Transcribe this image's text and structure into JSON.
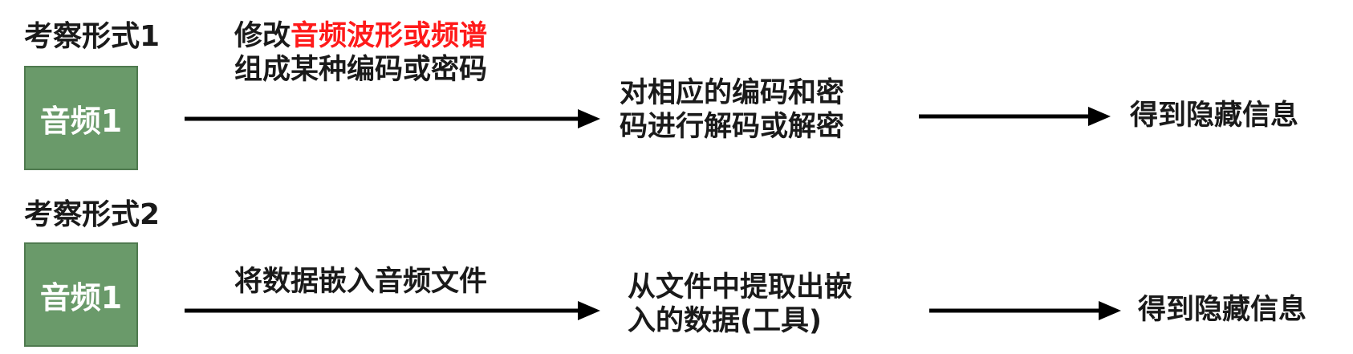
{
  "row1": {
    "heading": "考察形式1",
    "box_label": "音频1",
    "step1_line1_prefix": "修改",
    "step1_line1_highlight": "音频波形或频谱",
    "step1_line2": "组成某种编码或密码",
    "step2_line1": "对相应的编码和密",
    "step2_line2": "码进行解码或解密",
    "result": "得到隐藏信息"
  },
  "row2": {
    "heading": "考察形式2",
    "box_label": "音频1",
    "step1": "将数据嵌入音频文件",
    "step2_line1": "从文件中提取出嵌",
    "step2_line2": "入的数据(工具)",
    "result": "得到隐藏信息"
  },
  "colors": {
    "highlight": "#ff1a1a",
    "box_fill": "#6a9a6a",
    "arrow": "#000000"
  }
}
